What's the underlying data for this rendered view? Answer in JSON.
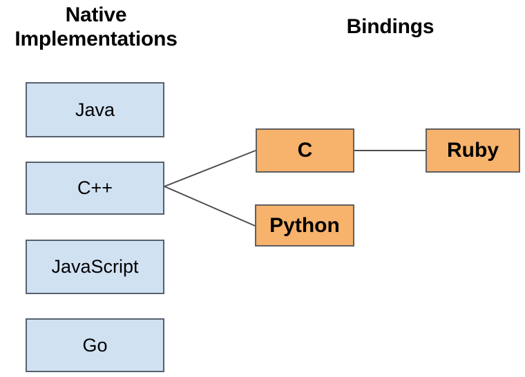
{
  "diagram": {
    "title_left": "Native\nImplementations",
    "headings": {
      "native": "Native",
      "native_line2": "Implementations",
      "bindings": "Bindings"
    },
    "columns": [
      {
        "id": "native-implementations",
        "label": "Native Implementations",
        "nodes": [
          {
            "id": "java",
            "label": "Java"
          },
          {
            "id": "cpp",
            "label": "C++"
          },
          {
            "id": "javascript",
            "label": "JavaScript"
          },
          {
            "id": "go",
            "label": "Go"
          }
        ]
      },
      {
        "id": "bindings",
        "label": "Bindings",
        "nodes": [
          {
            "id": "c",
            "label": "C"
          },
          {
            "id": "ruby",
            "label": "Ruby"
          },
          {
            "id": "python",
            "label": "Python"
          }
        ]
      }
    ],
    "edges": [
      {
        "id": "cpp-to-c",
        "from": "cpp",
        "to": "c"
      },
      {
        "id": "cpp-to-python",
        "from": "cpp",
        "to": "python"
      },
      {
        "id": "c-to-ruby",
        "from": "c",
        "to": "ruby"
      }
    ],
    "colors": {
      "native_fill": "#d0e1f2",
      "native_border": "#56606e",
      "binding_fill": "#f7b26c",
      "binding_border": "#5f5f5f",
      "edge": "#4d4d4d",
      "text": "#000000",
      "background": "#ffffff"
    }
  }
}
